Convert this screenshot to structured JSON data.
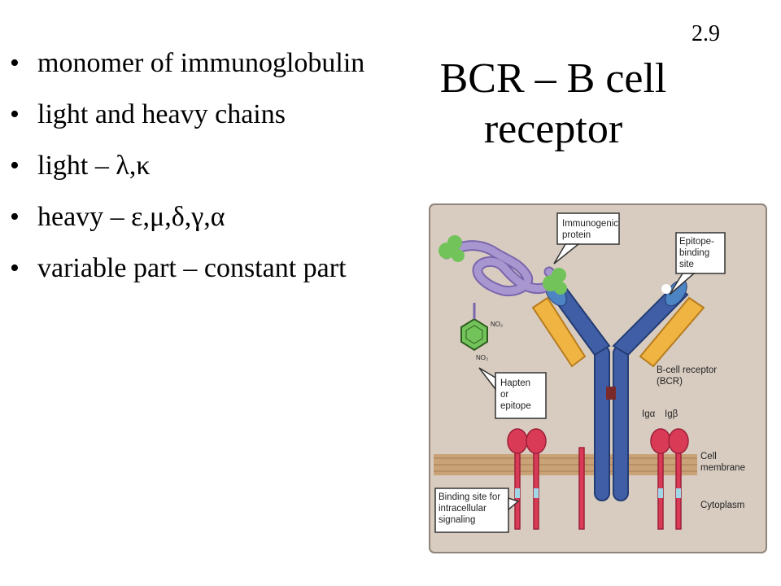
{
  "slide_number": "2.9",
  "title_line1": "BCR – B cell",
  "title_line2": "receptor",
  "bullets": [
    "monomer of immunoglobulin",
    "light and heavy chains",
    "light – λ,κ",
    "heavy – ε,μ,δ,γ,α",
    "variable part – constant part"
  ],
  "figure": {
    "labels": {
      "immunogenic_1": "Immunogenic",
      "immunogenic_2": "protein",
      "epitope_1": "Epitope-",
      "epitope_2": "binding",
      "epitope_3": "site",
      "hapten_1": "Hapten",
      "hapten_2": "or",
      "hapten_3": "epitope",
      "bcr_1": "B-cell receptor",
      "bcr_2": "(BCR)",
      "iga": "Igα",
      "igb": "Igβ",
      "cell_1": "Cell",
      "cell_2": "membrane",
      "cytoplasm": "Cytoplasm",
      "binding_1": "Binding site for",
      "binding_2": "intracellular",
      "binding_3": "signaling",
      "no2_top": "NO₂",
      "no2_bottom": "NO₂"
    },
    "colors": {
      "background": "#d8ccc0",
      "heavy_chain": "#3f5ea6",
      "light_chain": "#f0b443",
      "membrane": "#c9a277",
      "protein": "#a796cf",
      "epitope_blob": "#72c35a",
      "signaling": "#d93b57"
    }
  }
}
